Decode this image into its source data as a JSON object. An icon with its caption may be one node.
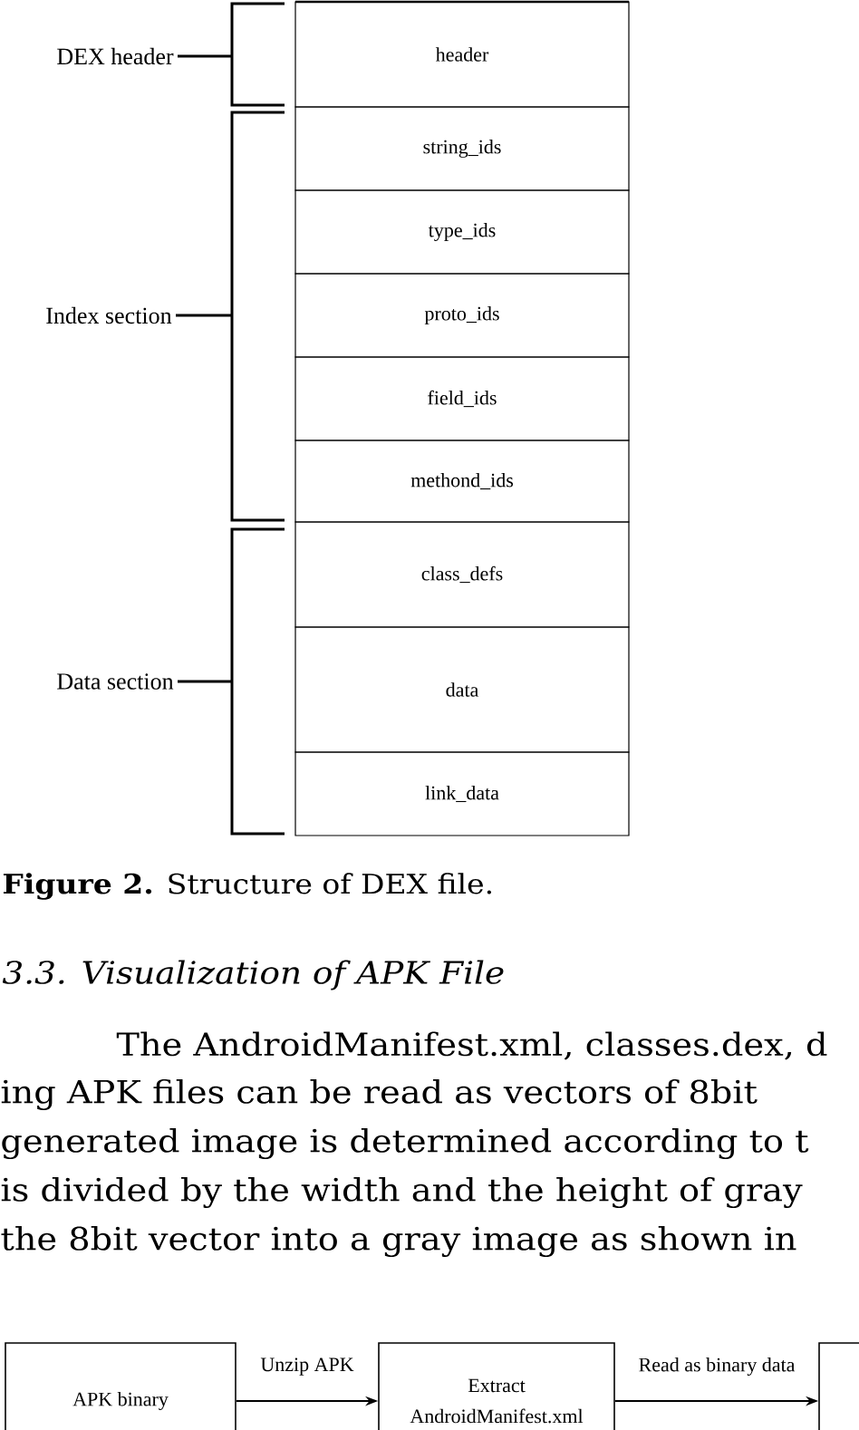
{
  "diagram": {
    "caption": "**Figure 2.** Structure of DEX file.",
    "nodes": [
      {
        "text": [
          "header"
        ]
      },
      {
        "text": [
          "string_ids"
        ]
      },
      {
        "text": [
          "type_ids"
        ]
      },
      {
        "text": [
          "proto_ids"
        ]
      },
      {
        "text": [
          "field_ids"
        ]
      },
      {
        "text": [
          "methond_ids"
        ]
      },
      {
        "text": [
          "class_defs"
        ]
      },
      {
        "text": [
          "data"
        ]
      },
      {
        "text": [
          "link_data"
        ]
      },
      {
        "text": [
          "APK binary"
        ]
      },
      {
        "text": [
          "Extract",
          "AndroidManifest.xml"
        ]
      },
      {
        "text": [],
        "shape": "box"
      }
    ],
    "edges": [
      {
        "from": 9,
        "to": 10,
        "arrow": "to",
        "label": "Unzip APK"
      },
      {
        "from": 10,
        "to": 11,
        "arrow": "to",
        "label": "Read as binary data"
      }
    ],
    "labels": [
      "DEX header",
      "Index section",
      "Data section",
      "3.3. Visualization of APK File",
      "The AndroidManifest.xml, classes.dex, d",
      "ing APK files can be read as vectors of 8bit",
      "generated image is determined according to t",
      "is divided by the width and the height of gray",
      "the 8bit vector into a gray image as shown in"
    ]
  }
}
